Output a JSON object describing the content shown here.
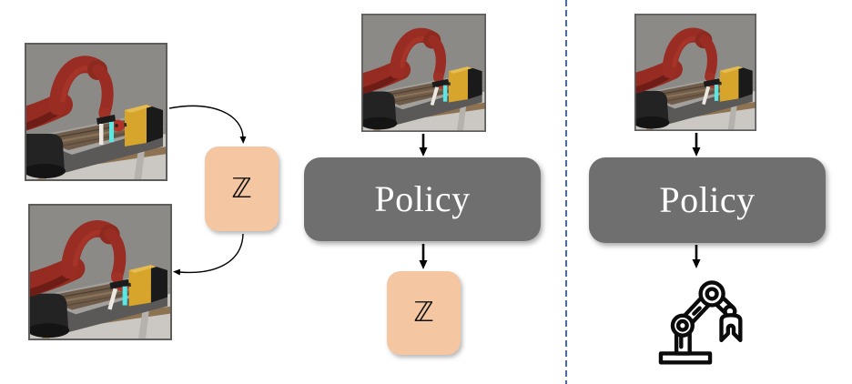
{
  "figure": {
    "left": {
      "z_label": "ℤ"
    },
    "middle": {
      "policy_label": "Policy",
      "z_label": "ℤ"
    },
    "right": {
      "policy_label": "Policy"
    }
  },
  "colors": {
    "policy_box": "#6F6F6F",
    "policy_text": "#FFFFFF",
    "z_box": "#F4C6A2",
    "z_text": "#131313",
    "divider": "#4169C4",
    "arrow": "#000000",
    "canvas_bg": "#FFFFFF"
  }
}
